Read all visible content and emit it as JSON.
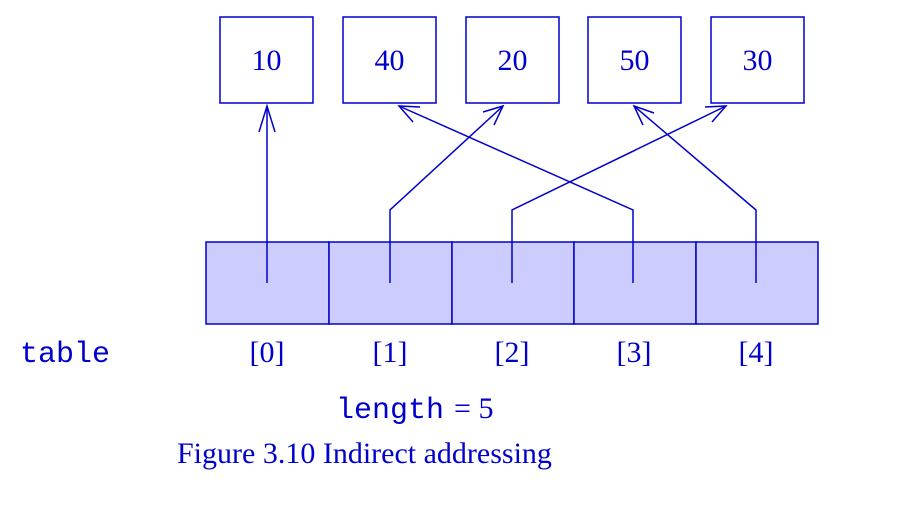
{
  "colors": {
    "ink": "#0000cc",
    "cell_fill": "#ccccff",
    "box_fill": "#ffffff"
  },
  "values": [
    "10",
    "40",
    "20",
    "50",
    "30"
  ],
  "array": {
    "name": "table",
    "indices": [
      "[0]",
      "[1]",
      "[2]",
      "[3]",
      "[4]"
    ]
  },
  "pointers": [
    {
      "from_index": 0,
      "to_box": 0
    },
    {
      "from_index": 1,
      "to_box": 2
    },
    {
      "from_index": 2,
      "to_box": 4
    },
    {
      "from_index": 3,
      "to_box": 1
    },
    {
      "from_index": 4,
      "to_box": 3
    }
  ],
  "length": {
    "label": "length",
    "equals": "= 5"
  },
  "caption": "Figure 3.10 Indirect addressing"
}
